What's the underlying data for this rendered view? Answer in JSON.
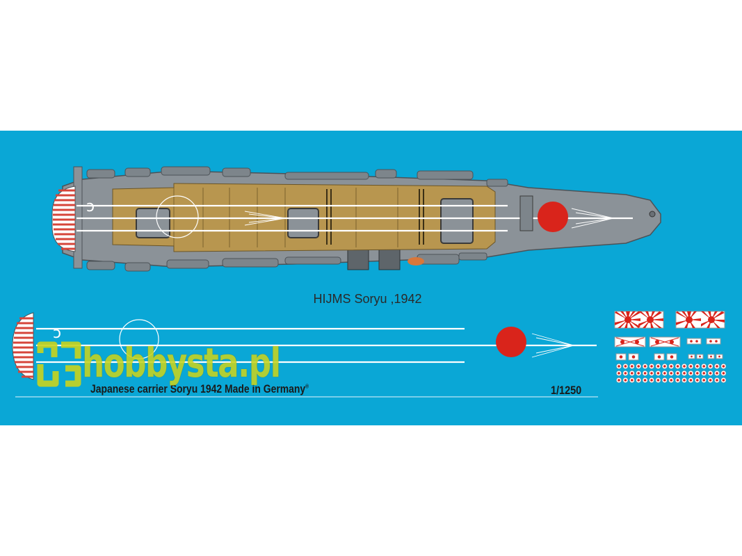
{
  "ship_caption": "HIJMS Soryu ,1942",
  "footer_text": "Japanese carrier Soryu 1942 Made in Germany",
  "footer_mark": "®",
  "scale": "1/1250",
  "watermark": "hobbysta.pl",
  "deck_marking": "ↄ",
  "colors": {
    "sheet_background": "#0aa7d6",
    "hull_grey": "#8b9298",
    "deck_wood": "#b8964f",
    "hinomaru_red": "#d9241b",
    "stripe_red": "#d6453a",
    "deck_line": "#ffffff",
    "watermark": "#c9d41e"
  }
}
